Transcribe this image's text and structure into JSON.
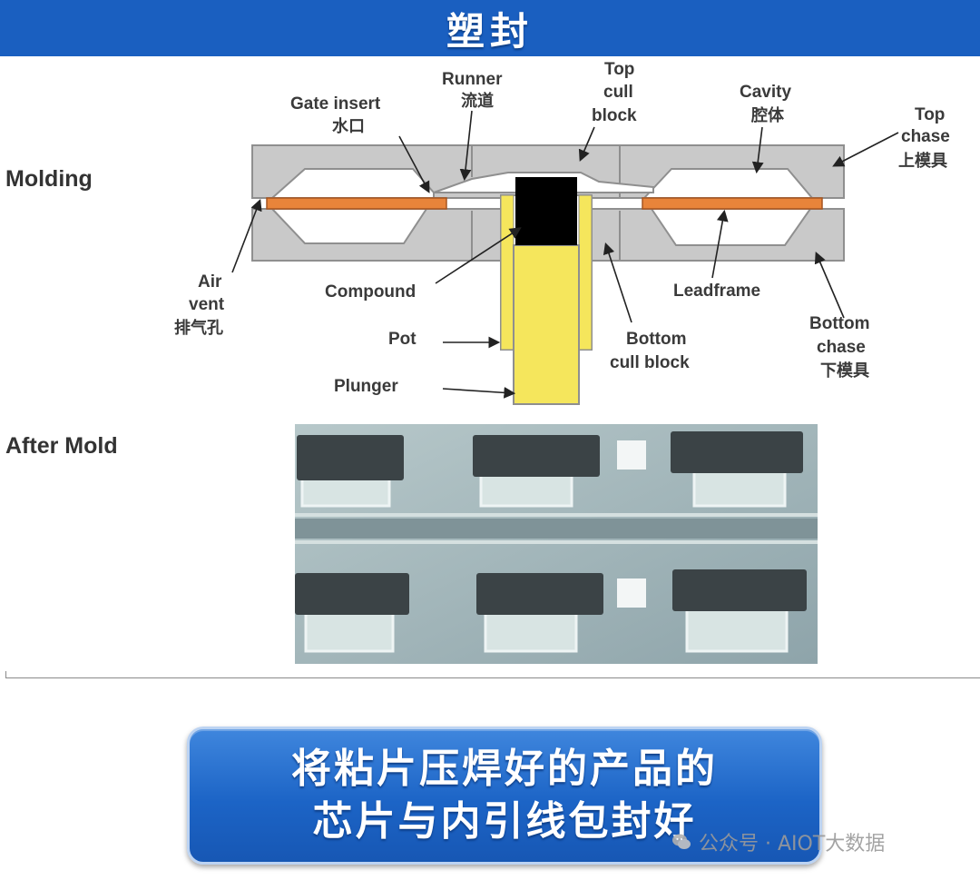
{
  "header": {
    "title": "塑封"
  },
  "sections": {
    "molding": "Molding",
    "after_mold": "After Mold"
  },
  "diagram_labels": {
    "gate_insert": "Gate insert",
    "gate_insert_cn": "水口",
    "runner": "Runner",
    "runner_cn": "流道",
    "top_cull_block_1": "Top",
    "top_cull_block_2": "cull",
    "top_cull_block_3": "block",
    "cavity": "Cavity",
    "cavity_cn": "腔体",
    "top_chase_1": "Top",
    "top_chase_2": "chase",
    "top_chase_cn": "上模具",
    "air_vent_1": "Air",
    "air_vent_2": "vent",
    "air_vent_cn": "排气孔",
    "compound": "Compound",
    "leadframe": "Leadframe",
    "pot": "Pot",
    "plunger": "Plunger",
    "bottom_cull_block_1": "Bottom",
    "bottom_cull_block_2": "cull block",
    "bottom_chase_1": "Bottom",
    "bottom_chase_2": "chase",
    "bottom_chase_cn": "下模具"
  },
  "caption": {
    "line1": "将粘片压焊好的产品的",
    "line2": "芯片与内引线包封好"
  },
  "watermark": "公众号 · AIOT大数据",
  "colors": {
    "header_bg": "#1a5fc0",
    "mold_gray": "#c9c9c9",
    "leadframe_orange": "#e8843a",
    "plunger_yellow": "#f5e65c",
    "compound_black": "#000000",
    "caption_blue": "#1c64c6"
  },
  "icons": {
    "watermark_icon": "wechat-icon"
  }
}
